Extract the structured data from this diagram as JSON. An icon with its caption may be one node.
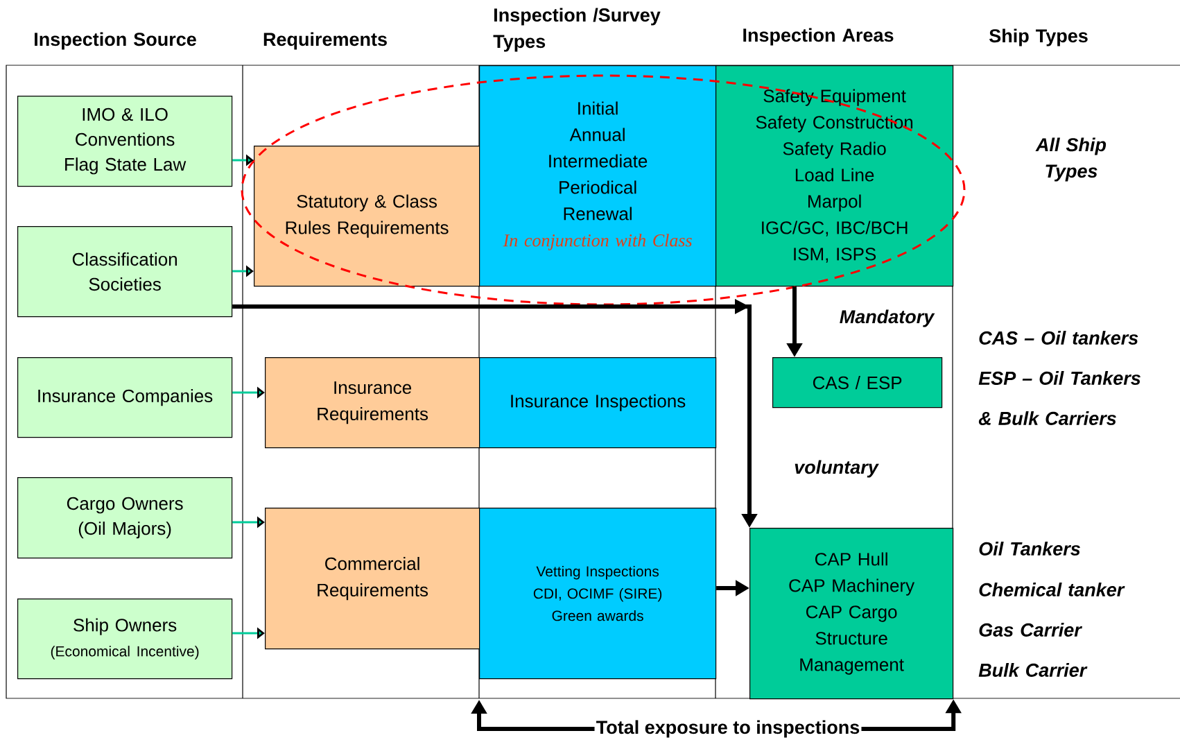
{
  "diagram": {
    "nodes": [
      {
        "text": [
          "IMO & ILO Conventions",
          "Flag State Law"
        ]
      },
      {
        "text": [
          "Classification Societies"
        ]
      },
      {
        "text": [
          "Insurance Companies"
        ]
      },
      {
        "text": [
          "Cargo Owners (Oil Majors)"
        ]
      },
      {
        "text": [
          "Ship Owners",
          "(Economical Incentive)"
        ]
      },
      {
        "text": [
          "Statutory & Class Rules Requirements"
        ]
      },
      {
        "text": [
          "Insurance Requirements"
        ]
      },
      {
        "text": [
          "Commercial Requirements"
        ]
      },
      {
        "text": [
          "Initial",
          "Annual",
          "Intermediate",
          "Periodical",
          "Renewal",
          "In conjunction with Class"
        ]
      },
      {
        "text": [
          "Safety Equipment",
          "Safety Construction",
          "Safety Radio",
          "Load Line",
          "Marpol",
          "IGC/GC, IBC/BCH",
          "ISM, ISPS"
        ]
      },
      {
        "text": [
          "Insurance Inspections"
        ]
      },
      {
        "text": [
          "Vetting Inspections",
          "CDI, OCIMF (SIRE)",
          "Green awards"
        ]
      },
      {
        "text": [
          "CAS / ESP"
        ]
      },
      {
        "text": [
          "CAP Hull",
          "CAP Machinery",
          "CAP Cargo",
          "Structure",
          "Management"
        ]
      },
      {
        "text": [
          "Total exposure to inspections"
        ]
      }
    ],
    "edges": [
      {
        "from": 0,
        "to": 5,
        "arrow": "to"
      },
      {
        "from": 1,
        "to": 5,
        "arrow": "to"
      },
      {
        "from": 2,
        "to": 6,
        "arrow": "to"
      },
      {
        "from": 3,
        "to": 7,
        "arrow": "to"
      },
      {
        "from": 4,
        "to": 7,
        "arrow": "to"
      },
      {
        "from": 1,
        "to": 13,
        "arrow": "to",
        "style": "thick",
        "color": "#000000"
      },
      {
        "from": 9,
        "to": 12,
        "arrow": "to",
        "style": "thick",
        "color": "#000000"
      },
      {
        "from": 11,
        "to": 13,
        "arrow": "to",
        "style": "thick",
        "color": "#000000"
      },
      {
        "from": 14,
        "to": null,
        "arrow": "to",
        "style": "thick",
        "color": "#000000"
      },
      {
        "from": 14,
        "to": 13,
        "arrow": "to",
        "style": "thick",
        "color": "#000000"
      }
    ],
    "labels": [
      "Inspection Source",
      "Requirements",
      "Inspection /Survey Types",
      "Inspection Areas",
      "Ship Types",
      "All Ship Types",
      "Mandatory",
      "CAS – Oil tankers",
      "ESP – Oil Tankers",
      "& Bulk Carriers",
      "voluntary",
      "Oil Tankers",
      "Chemical tanker",
      "Gas Carrier",
      "Bulk Carrier"
    ]
  }
}
